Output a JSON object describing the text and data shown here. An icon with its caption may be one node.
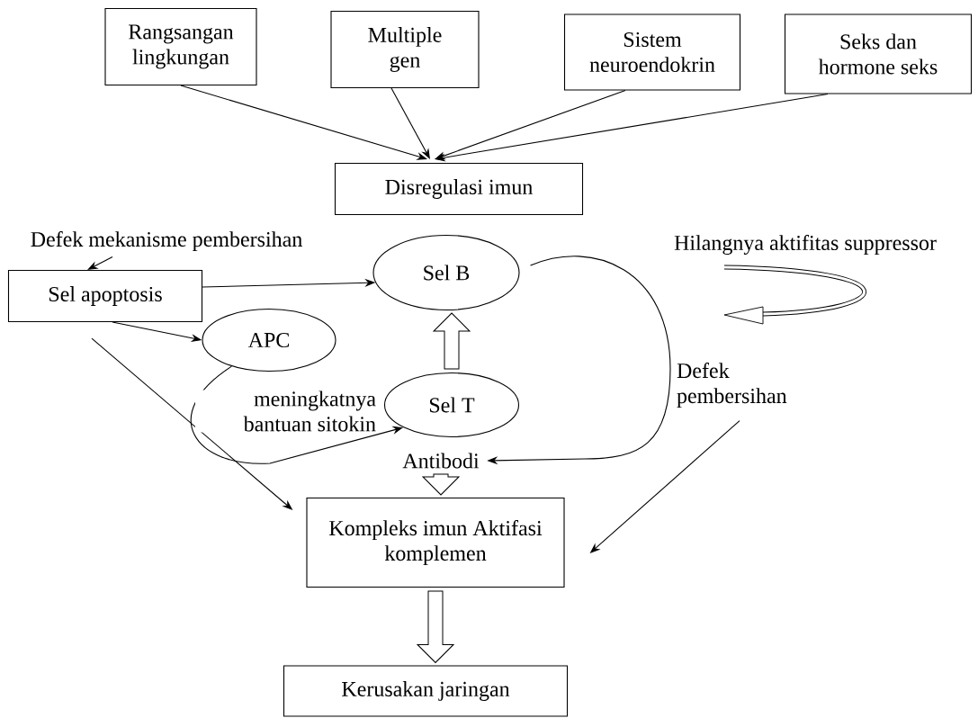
{
  "diagram": {
    "nodes": [
      {
        "text": [
          "Rangsangan lingkungan"
        ]
      },
      {
        "text": [
          "Multiple gen"
        ]
      },
      {
        "text": [
          "Sistem neuroendokrin"
        ]
      },
      {
        "text": [
          "Seks dan hormone seks"
        ]
      },
      {
        "text": [
          "Disregulasi imun"
        ]
      },
      {
        "text": [
          "Defek mekanisme pembersihan"
        ]
      },
      {
        "text": [
          "Sel apoptosis"
        ]
      },
      {
        "text": [
          "Sel B"
        ]
      },
      {
        "text": [
          "APC"
        ]
      },
      {
        "text": [
          "Sel T"
        ]
      },
      {
        "text": [
          "Antibodi"
        ]
      },
      {
        "text": [
          "Kompleks imun Aktifasi komplemen"
        ]
      },
      {
        "text": [
          "Kerusakan jaringan"
        ]
      },
      {
        "text": [
          "Defek pembersihan"
        ]
      }
    ],
    "edges": [
      {
        "from": 0,
        "to": 4,
        "arrow": "to"
      },
      {
        "from": 1,
        "to": 4,
        "arrow": "to"
      },
      {
        "from": 2,
        "to": 4,
        "arrow": "to"
      },
      {
        "from": 3,
        "to": 4,
        "arrow": "to"
      },
      {
        "from": 5,
        "to": 6,
        "arrow": "to"
      },
      {
        "from": 6,
        "to": 7,
        "arrow": "to"
      },
      {
        "from": 6,
        "to": 8,
        "arrow": "to"
      },
      {
        "from": 6,
        "to": 11,
        "arrow": "to"
      },
      {
        "from": 8,
        "to": 9,
        "arrow": "to",
        "label": "meningkatnya bantuan sitokin"
      },
      {
        "from": 9,
        "to": 7,
        "arrow": "to",
        "style": "thick"
      },
      {
        "from": 7,
        "to": 10,
        "arrow": "to"
      },
      {
        "from": 10,
        "to": 11,
        "arrow": "to",
        "style": "thick"
      },
      {
        "from": 13,
        "to": 11,
        "arrow": "to"
      },
      {
        "from": 11,
        "to": 12,
        "arrow": "to",
        "style": "thick"
      }
    ],
    "labels": [
      "Hilangnya aktifitas suppressor"
    ]
  }
}
